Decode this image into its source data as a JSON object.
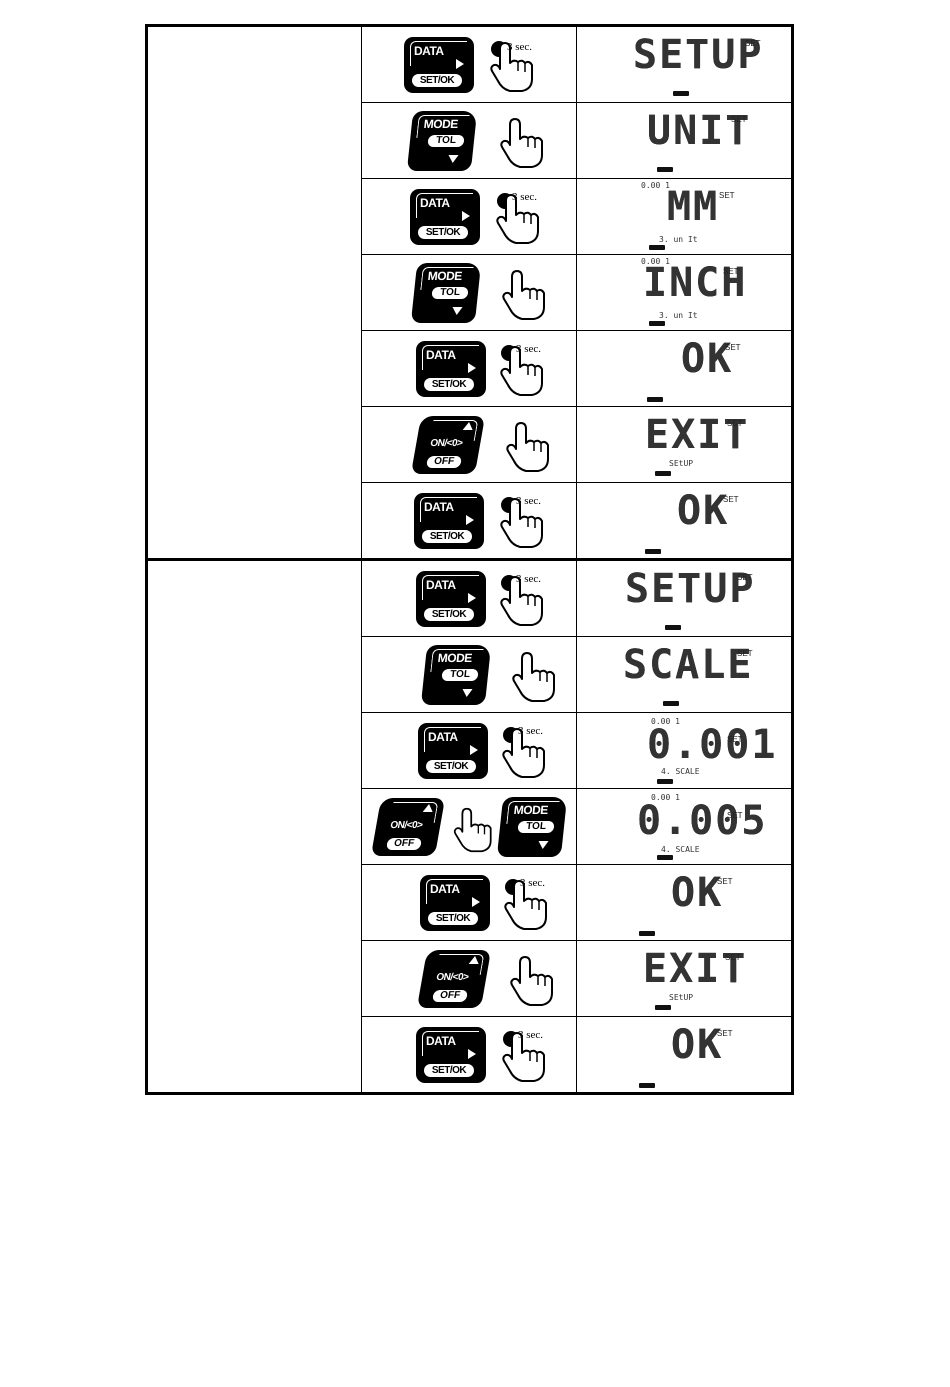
{
  "keys": {
    "data_top": "DATA",
    "data_pill": "SET/OK",
    "mode_top": "MODE",
    "mode_pill": "TOL",
    "on_top": "ON/<0>",
    "on_pill": "OFF",
    "three_sec": "3 sec."
  },
  "lcd": {
    "set_tag": "SET",
    "res_label": "0.00 1",
    "unit_sub": "3. un It",
    "scale_sub": "4. SCALE",
    "setup_sub": "SEtUP"
  },
  "group1": {
    "rows": [
      {
        "key": "data",
        "press": "3 sec.",
        "display": "SETUP"
      },
      {
        "key": "mode",
        "press": "",
        "display": "UNIT"
      },
      {
        "key": "data",
        "press": "3 sec.",
        "display": "MM"
      },
      {
        "key": "mode",
        "press": "",
        "display": "INCH"
      },
      {
        "key": "data",
        "press": "3 sec.",
        "display": "OK"
      },
      {
        "key": "on",
        "press": "",
        "display": "EXIT"
      },
      {
        "key": "data",
        "press": "3 sec.",
        "display": "OK"
      }
    ]
  },
  "group2": {
    "rows": [
      {
        "key": "data",
        "press": "3 sec.",
        "display": "SETUP"
      },
      {
        "key": "mode",
        "press": "",
        "display": "SCALE"
      },
      {
        "key": "data",
        "press": "3 sec.",
        "display": "0.001"
      },
      {
        "key": "on+mode",
        "press": "",
        "display": "0.005"
      },
      {
        "key": "data",
        "press": "3 sec.",
        "display": "OK"
      },
      {
        "key": "on",
        "press": "",
        "display": "EXIT"
      },
      {
        "key": "data",
        "press": "3 sec.",
        "display": "OK"
      }
    ]
  }
}
